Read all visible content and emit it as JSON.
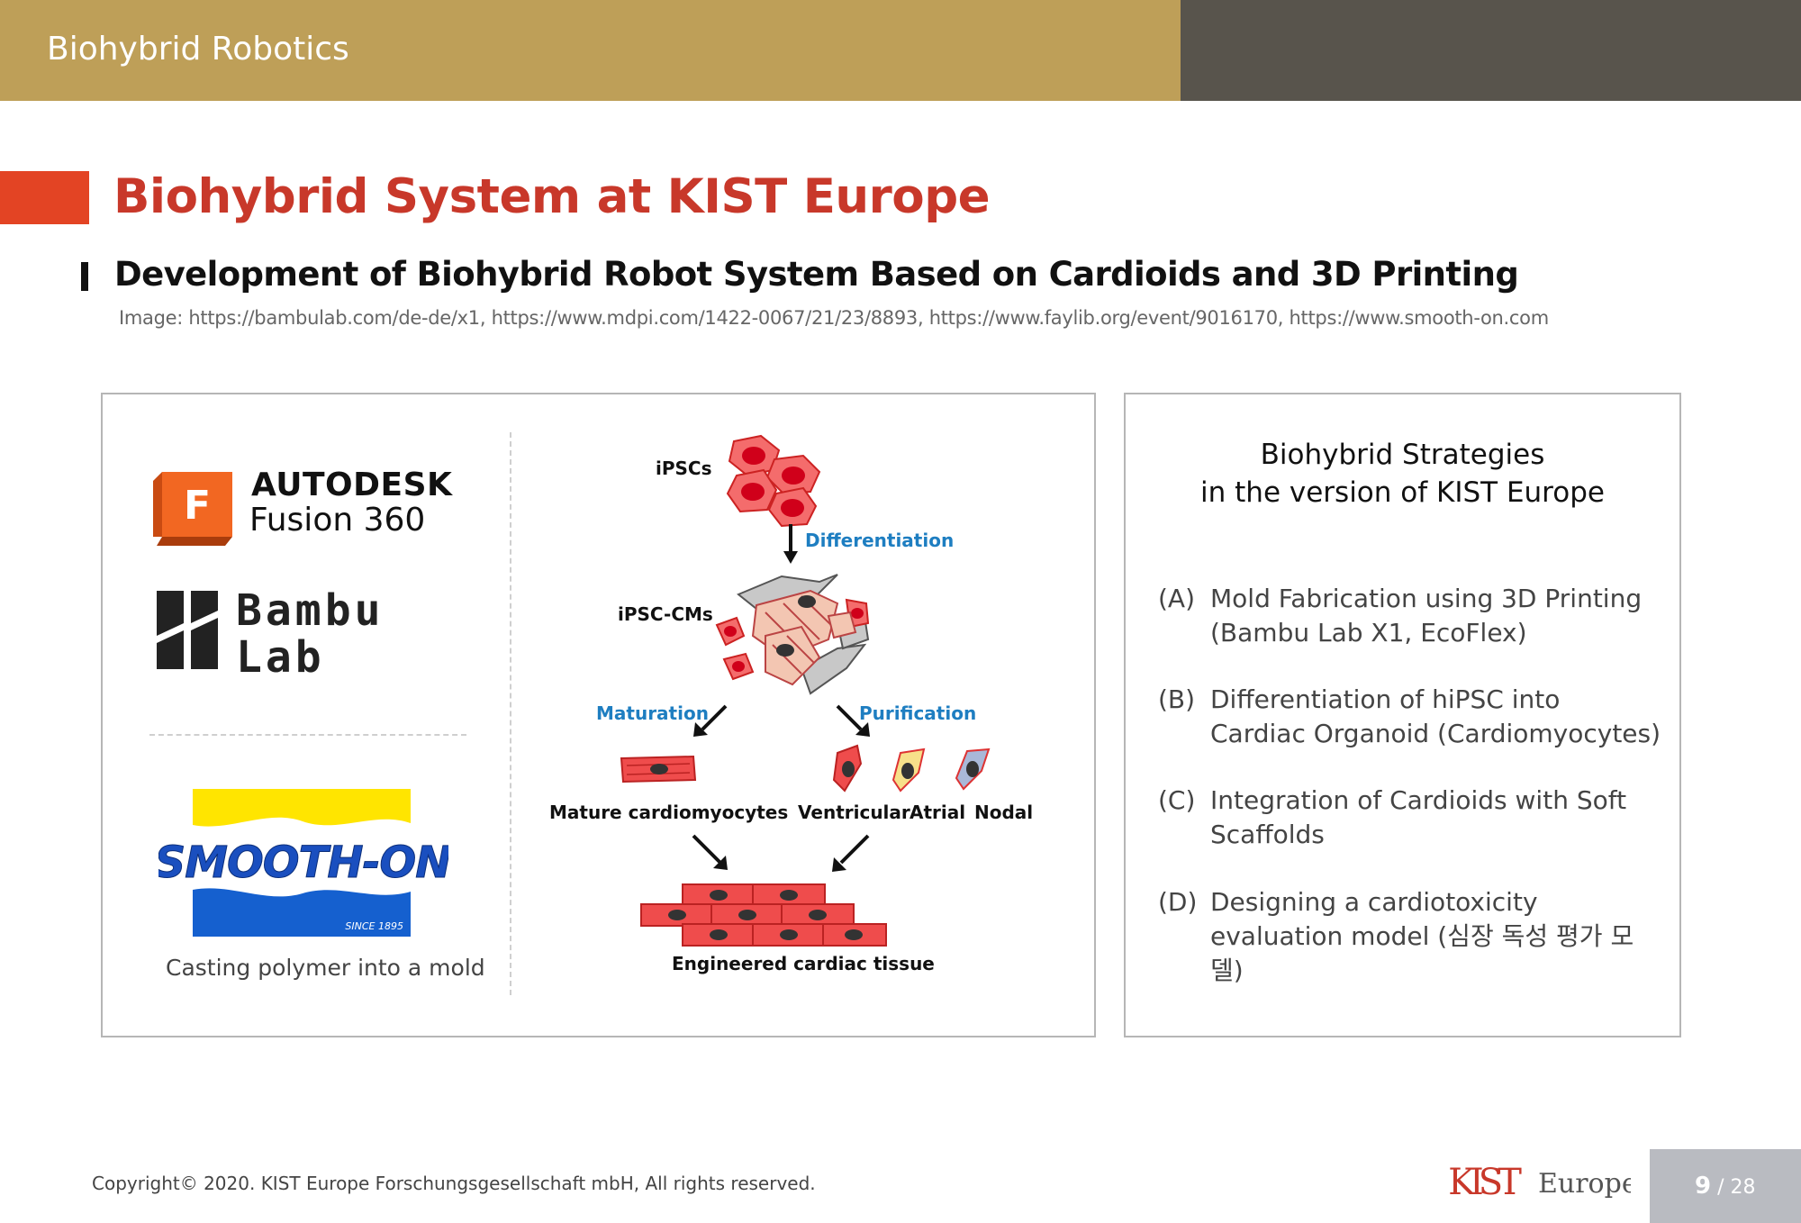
{
  "header": {
    "title": "Biohybrid Robotics"
  },
  "slide": {
    "title": "Biohybrid System at KIST Europe",
    "subtitle": "Development of Biohybrid Robot System Based on Cardioids and 3D Printing",
    "source": "Image: https://bambulab.com/de-de/x1, https://www.mdpi.com/1422-0067/21/23/8893, https://www.faylib.org/event/9016170, https://www.smooth-on.com"
  },
  "logos": {
    "autodesk_icon_letter": "F",
    "autodesk_name": "AUTODESK",
    "autodesk_product": "Fusion 360",
    "bambu_line1": "Bambu",
    "bambu_line2": "Lab",
    "smoothon_name": "SMOOTH-ON",
    "smoothon_since": "SINCE 1895",
    "caption": "Casting polymer into a mold"
  },
  "diagram": {
    "ipscs": "iPSCs",
    "differentiation": "Differentiation",
    "ipsc_cms": "iPSC-CMs",
    "maturation": "Maturation",
    "purification": "Purification",
    "mature": "Mature cardiomyocytes",
    "ventricular": "Ventricular",
    "atrial": "Atrial",
    "nodal": "Nodal",
    "engineered": "Engineered cardiac tissue"
  },
  "strategies": {
    "title_line1": "Biohybrid Strategies",
    "title_line2": "in the version of KIST Europe",
    "items": [
      {
        "label": "(A)",
        "text": "Mold Fabrication using 3D Printing (Bambu Lab X1, EcoFlex)"
      },
      {
        "label": "(B)",
        "text": "Differentiation of hiPSC into Cardiac Organoid (Cardiomyocytes)"
      },
      {
        "label": "(C)",
        "text": "Integration of Cardioids with Soft Scaffolds"
      },
      {
        "label": "(D)",
        "text": "Designing a cardiotoxicity evaluation model (심장 독성 평가 모델)"
      }
    ]
  },
  "footer": {
    "copyright": "Copyright© 2020. KIST Europe Forschungsgesellschaft mbH, All rights reserved.",
    "logo_text": "Europe",
    "logo_mark": "KIST",
    "page_current": "9",
    "page_separator": " / ",
    "page_total": "28"
  },
  "colors": {
    "header_gold": "#be9f58",
    "header_dark": "#58544c",
    "accent_red": "#e34424",
    "title_red": "#c8382a",
    "blue_label": "#1e7ec1",
    "page_box": "#b9bbc1"
  }
}
